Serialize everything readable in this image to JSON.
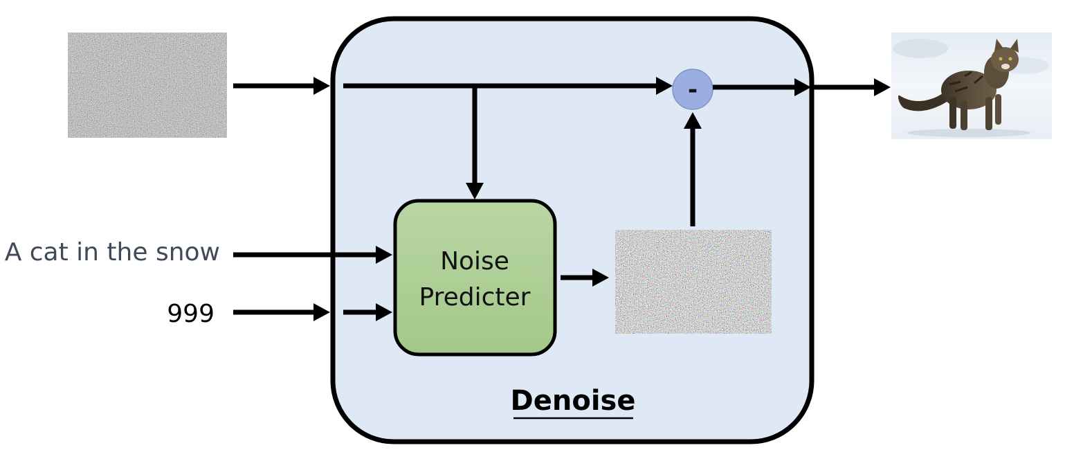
{
  "inputs": {
    "prompt": "A cat in the snow",
    "step": "999"
  },
  "denoise_block": {
    "title": "Denoise",
    "noise_predictor_line1": "Noise",
    "noise_predictor_line2": "Predicter",
    "subtract_symbol": "-"
  },
  "colors": {
    "block_fill": "#dfe9f5",
    "predictor_fill_top": "#b9d6a4",
    "predictor_fill_bottom": "#a3c889",
    "subtract_fill": "#9aaee0",
    "prompt_text": "#3f4a59",
    "stroke": "#000000"
  }
}
